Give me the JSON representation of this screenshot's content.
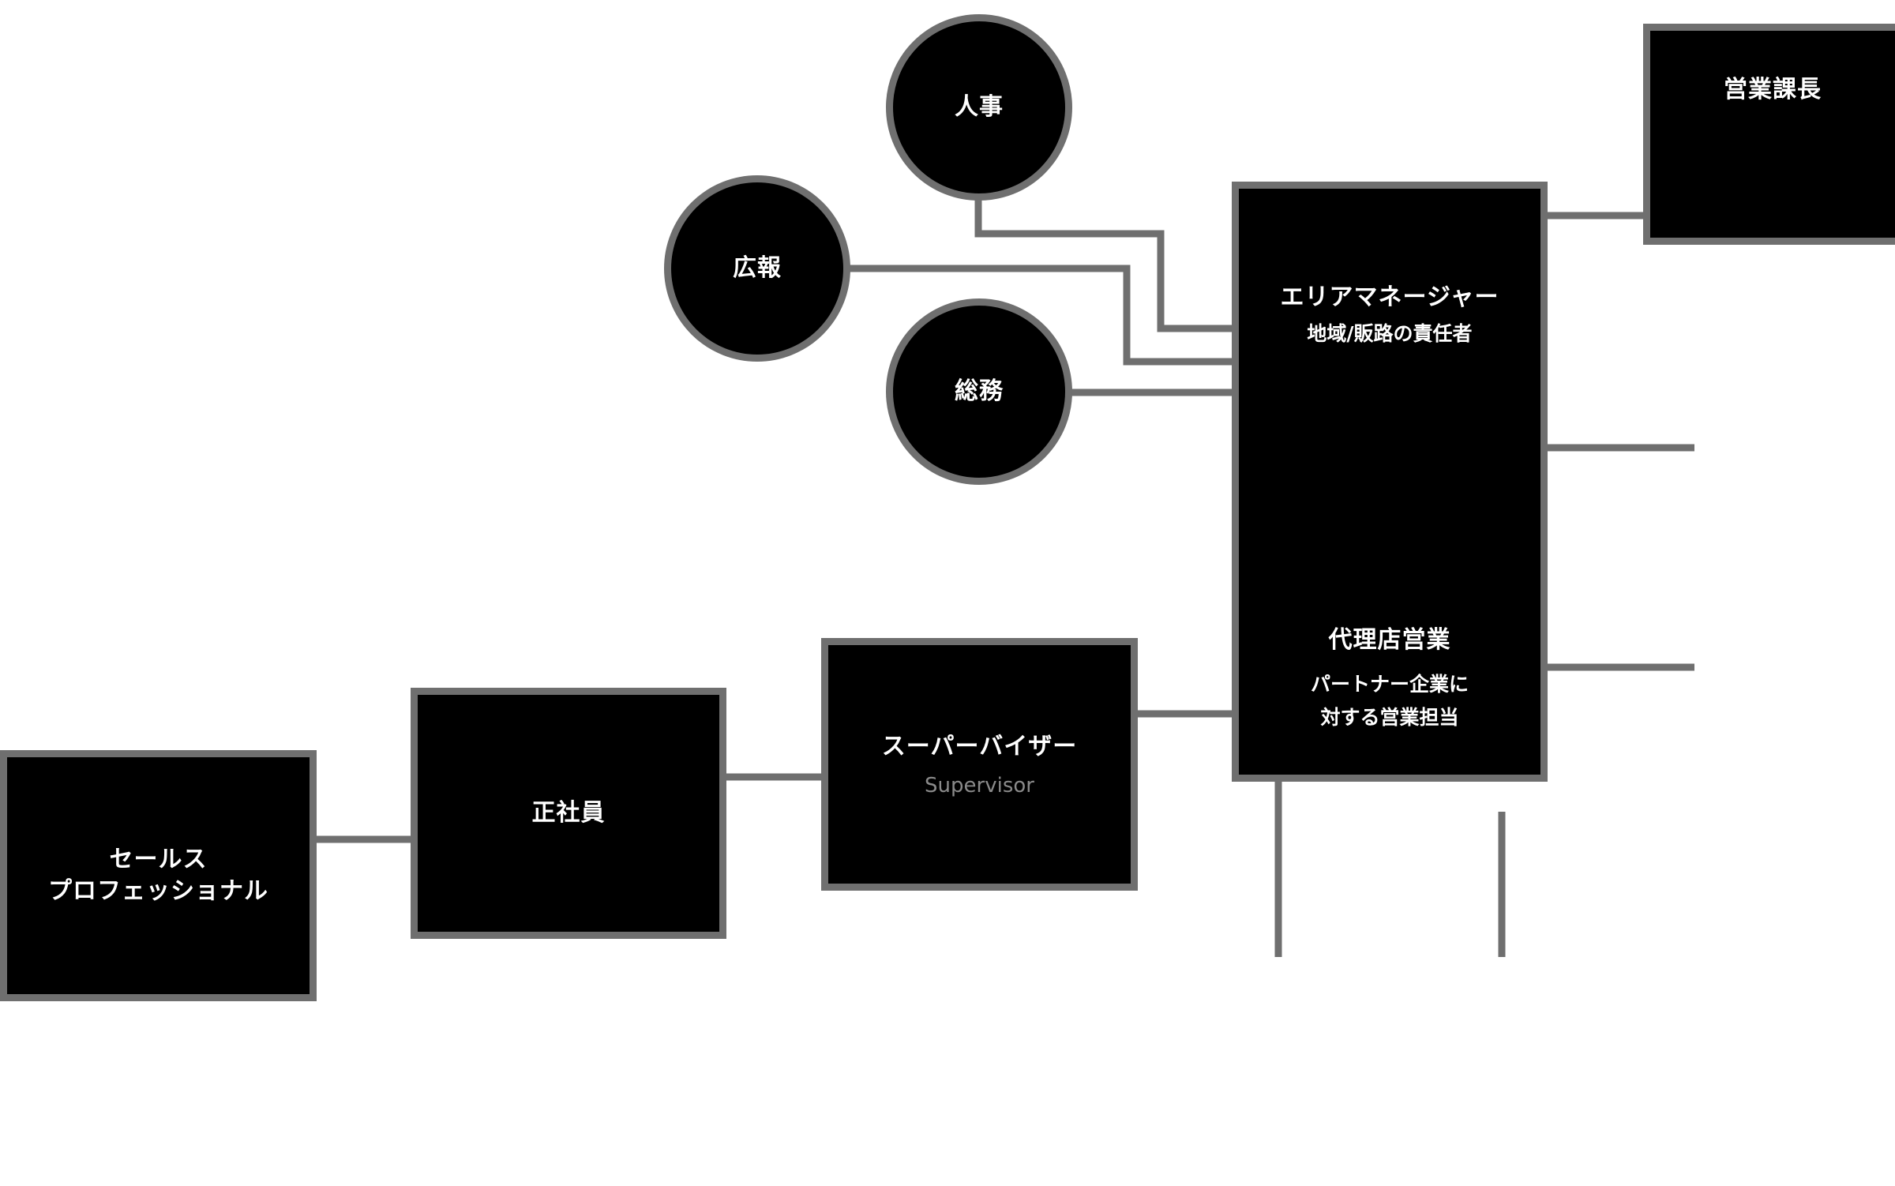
{
  "palette": {
    "node_fill": "#000000",
    "node_border": "#6f6f6f",
    "connector": "#6f6f6f",
    "text": "#ffffff",
    "subtext_muted": "#8a8a8a",
    "background": "#ffffff"
  },
  "nodes": {
    "jinji": {
      "label": "人事"
    },
    "kouhou": {
      "label": "広報"
    },
    "soumu": {
      "label": "総務"
    },
    "eigyo_kacho": {
      "label": "営業課長"
    },
    "area_manager": {
      "label": "エリアマネージャー",
      "sublabel": "地域/販路の責任者",
      "label2": "代理店営業",
      "sublabel2": "パートナー企業に\n対する営業担当"
    },
    "supervisor": {
      "label": "スーパーバイザー",
      "sublabel": "Supervisor"
    },
    "seishain": {
      "label": "正社員"
    },
    "sales_pro": {
      "label": "セールス\nプロフェッショナル"
    }
  }
}
